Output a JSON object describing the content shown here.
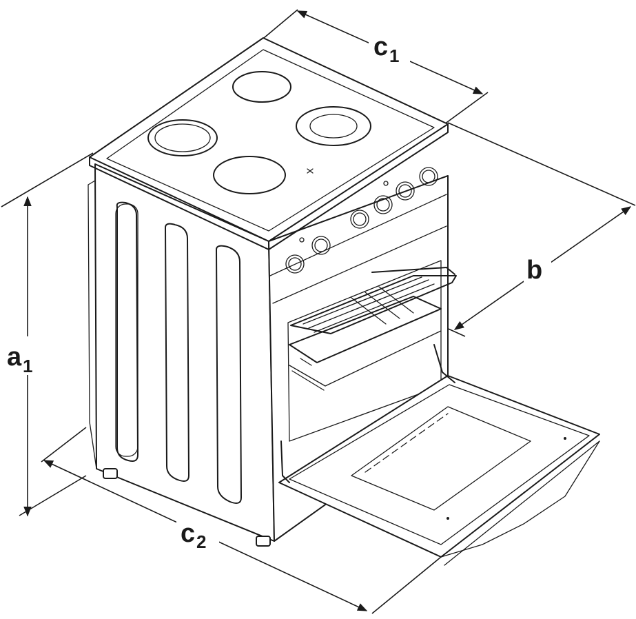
{
  "labels": {
    "c1": {
      "letter": "c",
      "index": "1"
    },
    "b": {
      "letter": "b"
    },
    "a1": {
      "letter": "a",
      "index": "1"
    },
    "c2": {
      "letter": "c",
      "index": "2"
    }
  },
  "icons": [
    "electric-cooker-line-drawing",
    "dimension-arrow-icon"
  ]
}
